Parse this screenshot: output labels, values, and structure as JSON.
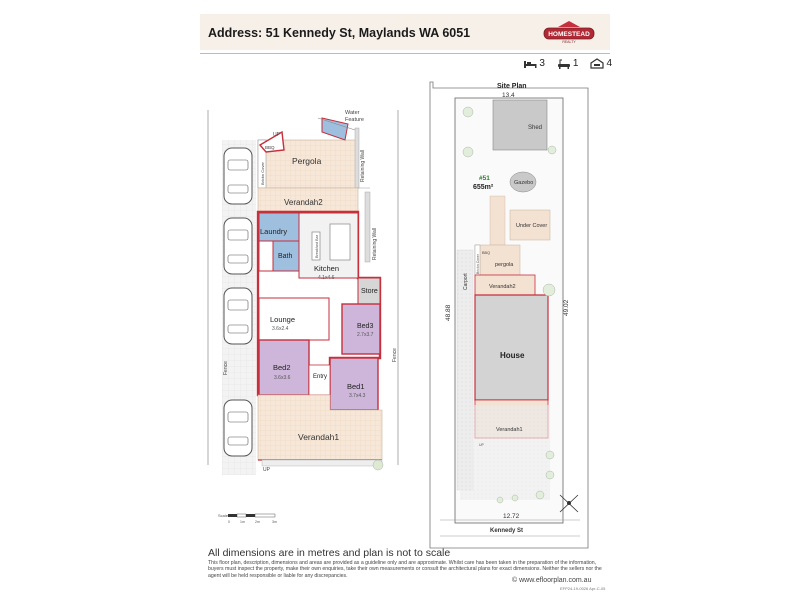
{
  "header": {
    "address": "Address: 51 Kennedy St, Maylands WA 6051",
    "logo_text": "HOMESTEAD",
    "logo_subtext": "REALTY"
  },
  "summary": {
    "bedrooms": "3",
    "bathrooms": "1",
    "car_spaces": "4"
  },
  "floor_plan": {
    "up_top": "UP",
    "water_feature_line1": "Water",
    "water_feature_line2": "Feature",
    "bbq": "BBQ",
    "brick_cover": "Brickn Cover",
    "pergola": "Pergola",
    "retaining_wall_1": "Retaining Wall",
    "retaining_wall_2": "Retaining Wall",
    "verandah2": "Verandah2",
    "laundry": "Laundry",
    "bath": "Bath",
    "breakfast_bar": "Breakfast Bar",
    "kitchen": "Kitchen",
    "kitchen_dim": "4.1x4.6",
    "store": "Store",
    "lounge": "Lounge",
    "lounge_dim": "3.6x2.4",
    "bed3": "Bed3",
    "bed3_dim": "2.7x3.7",
    "bed2": "Bed2",
    "bed2_dim": "3.6x3.6",
    "entry": "Entry",
    "bed1": "Bed1",
    "bed1_dim": "3.7x4.3",
    "fence_left": "Fence",
    "fence_right": "Fence",
    "verandah1": "Verandah1",
    "up_bottom": "UP",
    "scale_label": "Scale",
    "scale_ticks": [
      "0",
      "1m",
      "2m",
      "3m"
    ]
  },
  "site_plan": {
    "title": "Site Plan",
    "top_dim": "13.4",
    "shed": "Shed",
    "lot_number": "#51",
    "lot_area": "655m²",
    "gazebo": "Gazebo",
    "under_cover": "Under Cover",
    "brick_cover": "Brickn Cover",
    "bbq": "BBQ",
    "pergola": "pergola",
    "carport": "Carport",
    "verandah2": "Verandah2",
    "left_dim": "48.88",
    "right_dim": "49.02",
    "house": "House",
    "verandah1": "Verandah1",
    "up": "UP",
    "bottom_dim": "12.72",
    "street": "Kennedy St"
  },
  "footer": {
    "notice": "All dimensions are in metres and plan is not to scale",
    "disclaimer": "This floor plan, description, dimensions and areas are provided as a guideline only and are approximate. Whilst care has been taken in the preparation of the information, buyers must inspect the property, make their own enquiries, take their own measurements or consult the architectural plans for exact dimensions. Neither the sellers nor the agent will be held responsible or liable for any discrepancies.",
    "website": "© www.efloorplan.com.au",
    "reference": "EFP24-19-0026 Apr-C-05"
  },
  "colors": {
    "wet_area": "#9fbfdf",
    "bedroom": "#cdb6d9",
    "wall": "#c62f3c",
    "deck": "#f3e1d2",
    "kitchen": "#f2f2f2",
    "store": "#d6d6d6",
    "shed": "#c9c9c9",
    "house": "#d3d3d3"
  }
}
